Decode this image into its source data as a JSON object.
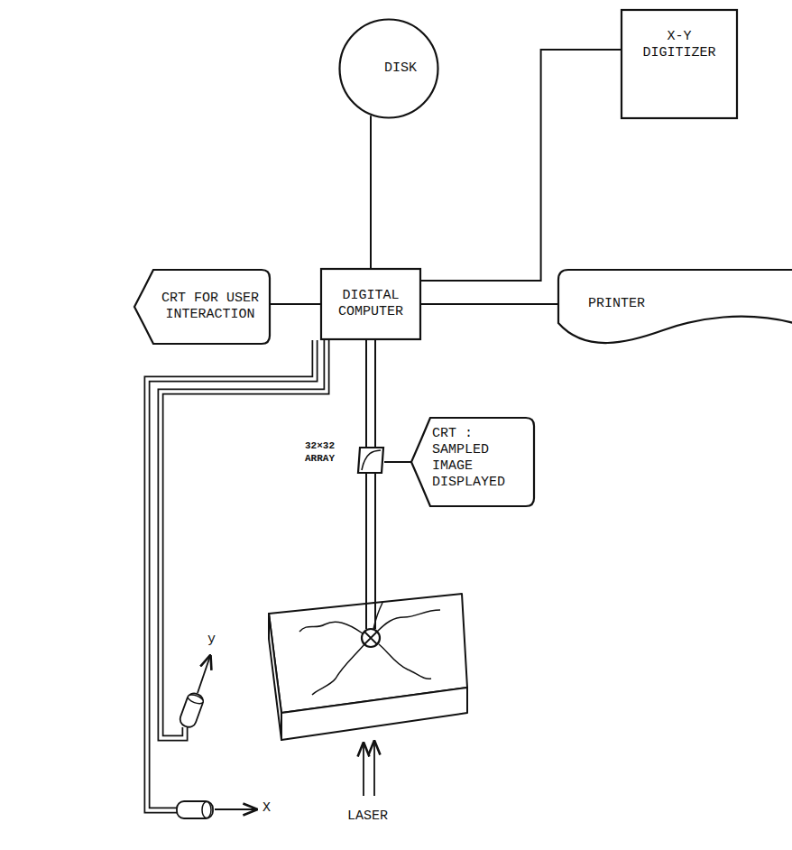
{
  "diagram": {
    "nodes": [
      {
        "text": [
          "DISK"
        ]
      },
      {
        "text": [
          "X-Y DIGITIZER"
        ]
      },
      {
        "text": [
          "CRT FOR USER INTERACTION"
        ]
      },
      {
        "text": [
          "DIGITAL COMPUTER"
        ]
      },
      {
        "text": [
          "PRINTER"
        ]
      },
      {
        "text": [
          "32×32 ARRAY"
        ]
      },
      {
        "text": [
          "CRT : SAMPLED IMAGE DISPLAYED"
        ]
      }
    ],
    "edges": [
      {
        "from": 3,
        "to": 0,
        "arrow": "none"
      },
      {
        "from": 3,
        "to": 1,
        "arrow": "none"
      },
      {
        "from": 3,
        "to": 2,
        "arrow": "none"
      },
      {
        "from": 3,
        "to": 4,
        "arrow": "none"
      },
      {
        "from": 3,
        "to": 5,
        "arrow": "none"
      },
      {
        "from": 5,
        "to": 6,
        "arrow": "none"
      }
    ],
    "labels": [
      "y",
      "X",
      "LASER"
    ]
  }
}
